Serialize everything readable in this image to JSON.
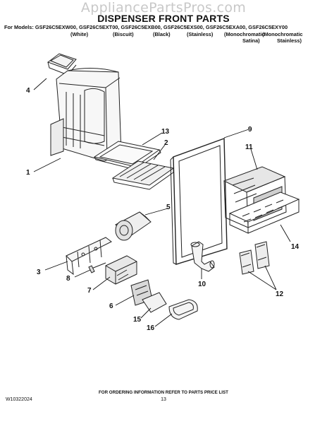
{
  "watermark": "AppliancePartsPros.com",
  "title": "DISPENSER FRONT PARTS",
  "models_line": "For Models: GSF26C5EXW00, GSF26C5EXT00, GSF26C5EXB00, GSF26C5EXS00, GSF26C5EXA00, GSF26C5EXY00",
  "variants": [
    "(White)",
    "(Biscuit)",
    "(Black)",
    "(Stainless)",
    "(Monochromatic",
    "(Monochromatic"
  ],
  "variants_line2": [
    "Satina)",
    "Stainless)"
  ],
  "callouts": [
    "4",
    "1",
    "13",
    "2",
    "9",
    "11",
    "5",
    "3",
    "8",
    "7",
    "6",
    "15",
    "16",
    "10",
    "14",
    "12"
  ],
  "footer": "FOR ORDERING INFORMATION REFER TO PARTS PRICE LIST",
  "doc_id": "W10322024",
  "page_number": "13"
}
